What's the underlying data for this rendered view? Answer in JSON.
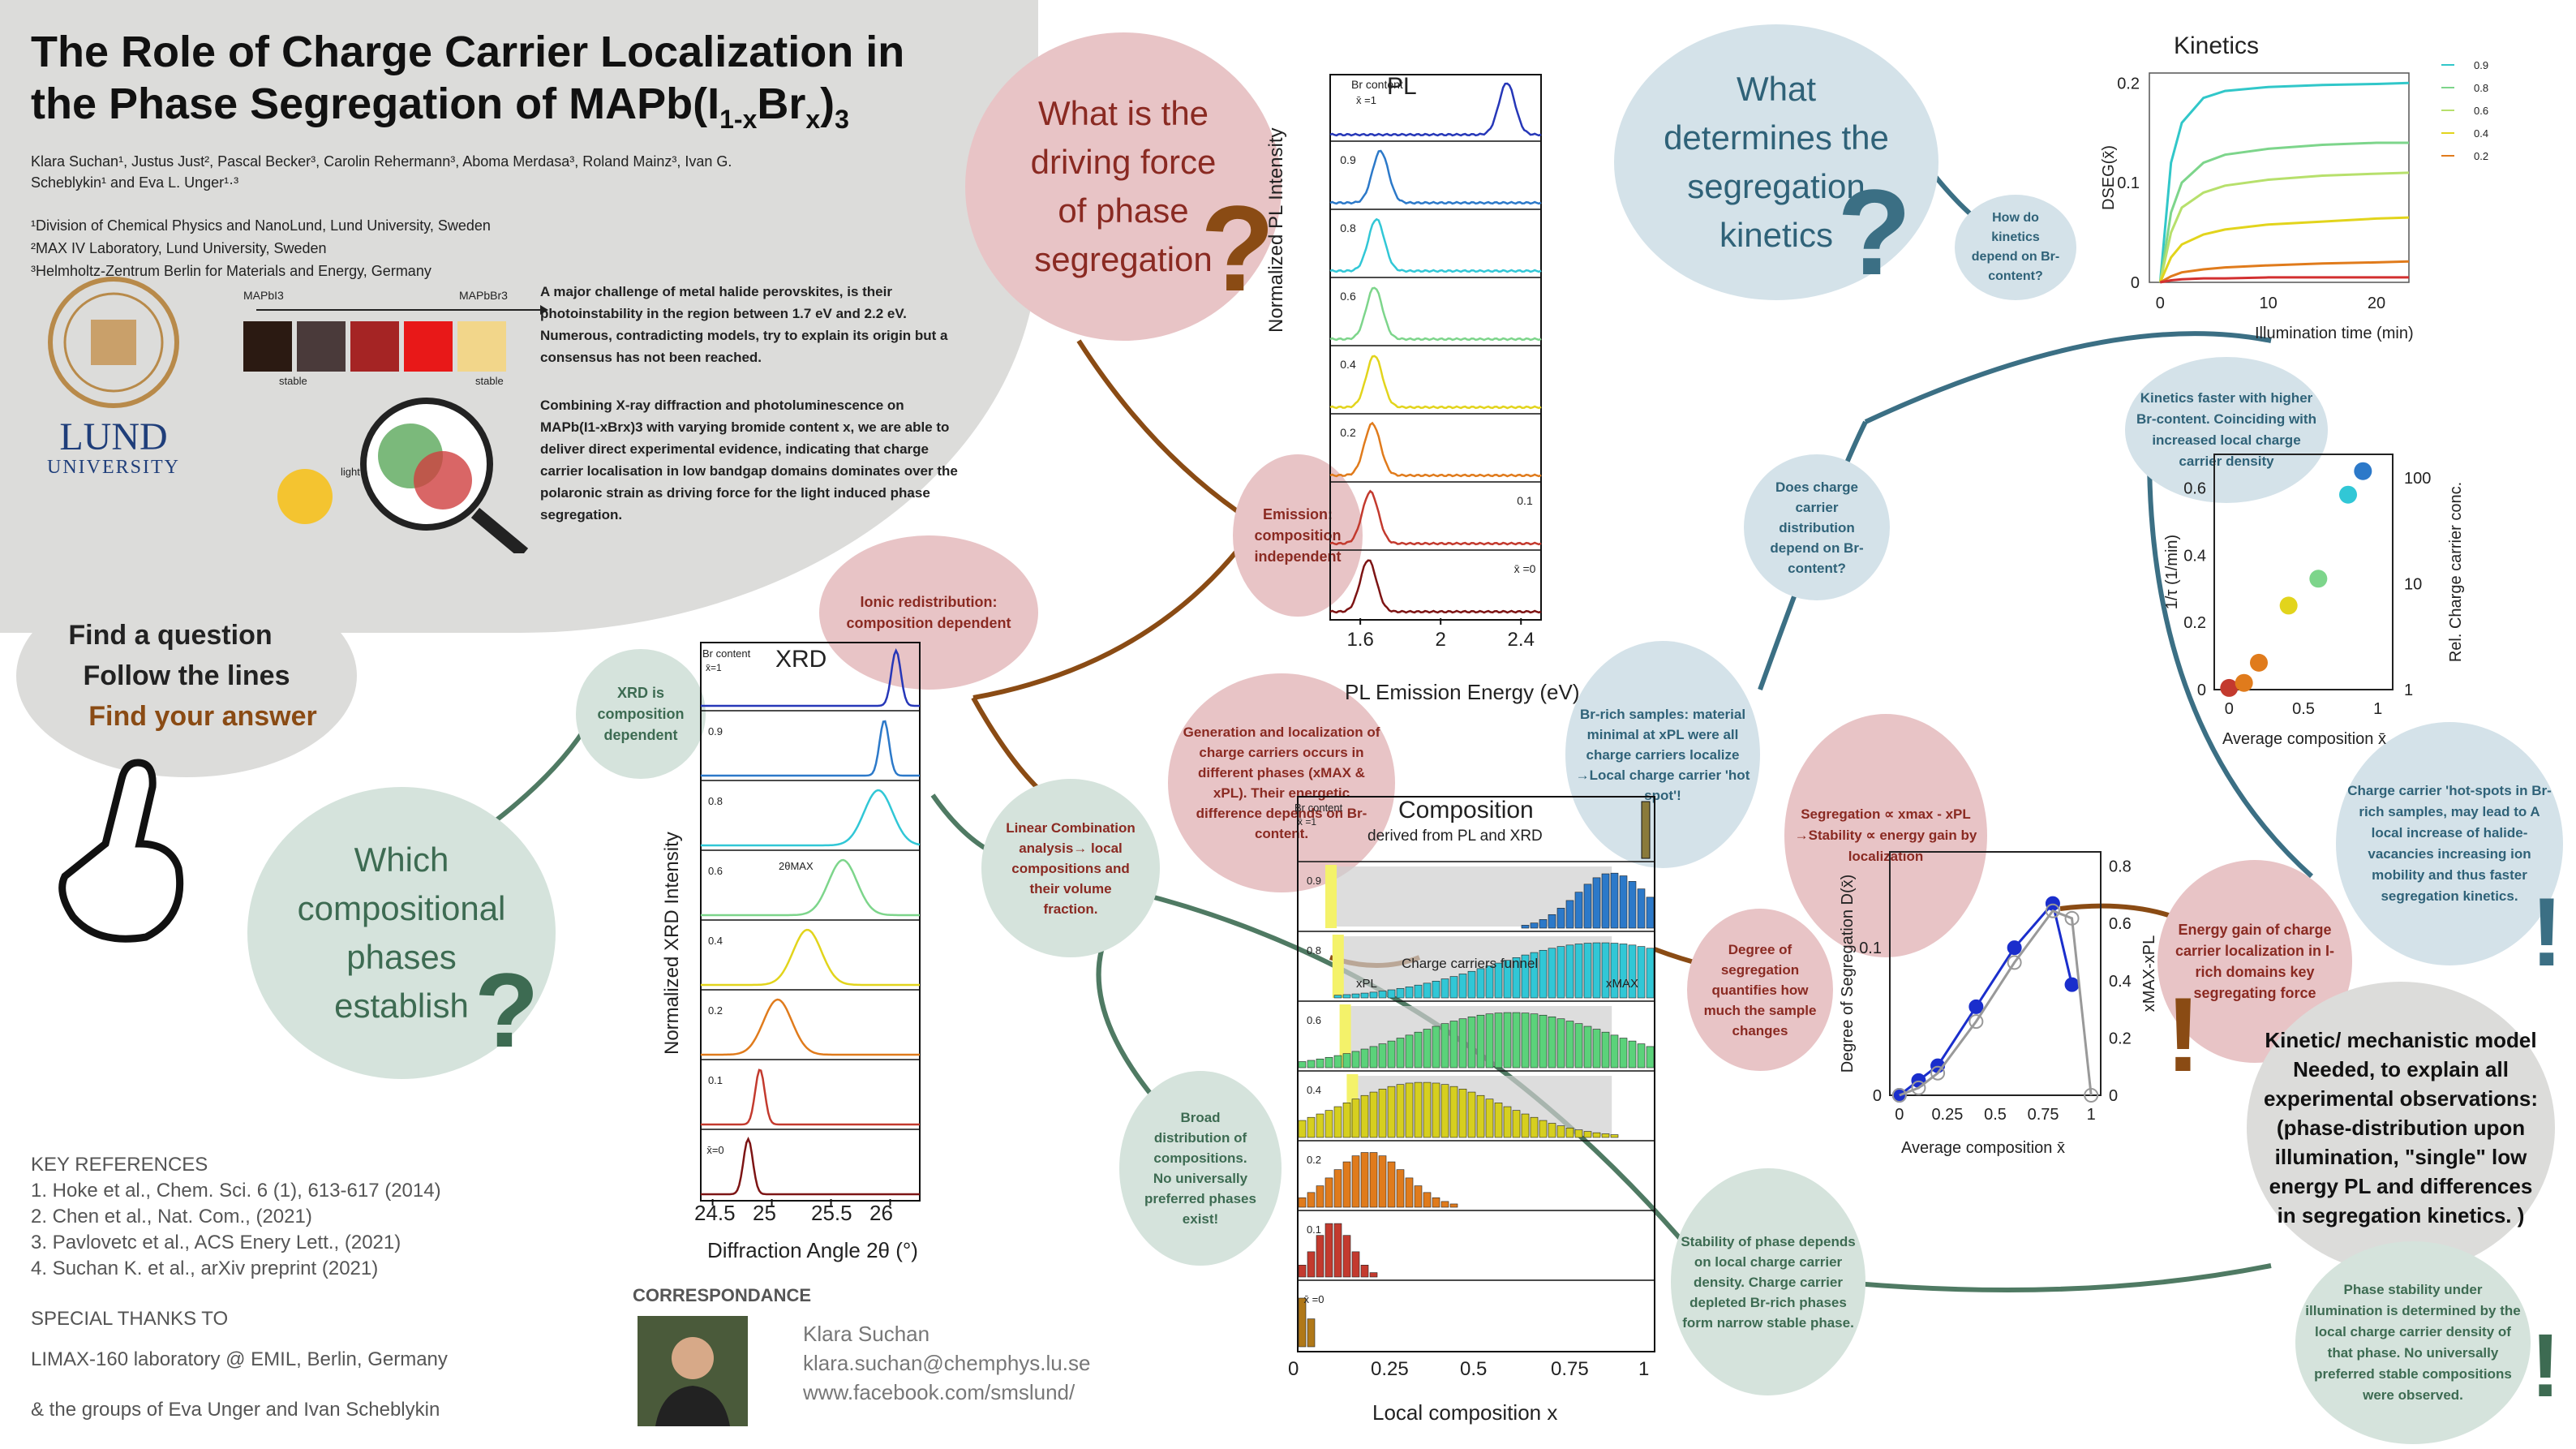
{
  "header": {
    "title_line1": "The Role of Charge Carrier Localization in",
    "title_line2_main": "the Phase Segregation of MAPb(I",
    "title_sub1": "1-x",
    "title_br": "Br",
    "title_sub2": "x",
    "title_close": ")",
    "title_sub3": "3",
    "authors": "Klara Suchan¹, Justus Just², Pascal Becker³, Carolin Rehermann³, Aboma Merdasa³, Roland Mainz³, Ivan G. Scheblykin¹ and Eva L. Unger¹·³",
    "affil1": "¹Division of Chemical Physics and NanoLund, Lund University, Sweden",
    "affil2": "²MAX IV Laboratory, Lund University, Sweden",
    "affil3": "³Helmholtz-Zentrum Berlin for Materials and Energy, Germany",
    "intro1": "A major challenge of metal halide perovskites, is their photoinstability in the region between 1.7 eV and 2.2 eV. Numerous, contradicting models, try to explain its origin but a consensus has not been reached.",
    "intro2": "Combining X-ray diffraction and photoluminescence on MAPb(I1-xBrx)3 with varying bromide content x, we are able to deliver direct experimental evidence, indicating that charge carrier localisation in low bandgap domains dominates over the polaronic strain as driving force for the light induced phase segregation.",
    "lund_word1": "LUND",
    "lund_word2": "UNIVERSITY",
    "mapbi3": "MAPbI3",
    "mapbbr3": "MAPbBr3",
    "stable": "stable",
    "light": "light"
  },
  "guide": {
    "line1": "Find a question",
    "line2": "Follow the lines",
    "line3": "Find your answer"
  },
  "questions": {
    "driving_force": "What is the driving force of phase segregation",
    "kinetics": "What determines the segregation kinetics",
    "phases": "Which compositional phases establish",
    "qmark": "?"
  },
  "bubbles": {
    "ionic": "Ionic redistribution: composition dependent",
    "emission": "Emission: composition independent",
    "xrd_comp": "XRD is composition dependent",
    "linear": "Linear Combination analysis→ local compositions and their volume fraction.",
    "generation": "Generation and localization of charge carriers occurs in different phases (xMAX & xPL). Their energetic difference depends on Br-content.",
    "broad": "Broad distribution of compositions. No universally preferred phases exist!",
    "br_rich": "Br-rich samples: material minimal at xPL were all charge carriers localize →Local charge carrier 'hot spot'!",
    "does_charge": "Does charge carrier distribution depend on Br-content?",
    "how_kin": "How do kinetics depend on Br-content?",
    "segregation": "Segregation ∝ xmax - xPL →Stability ∝ energy gain by localization",
    "degree": "Degree of segregation quantifies how much the sample changes",
    "energy_gain": "Energy gain of charge carrier localization in I-rich domains key segregating force",
    "stability": "Stability of phase depends on local charge carrier density. Charge carrier depleted Br-rich phases form narrow stable phase.",
    "hot_spots": "Charge carrier 'hot-spots in Br-rich samples, may lead to A local increase of halide-vacancies increasing ion mobility and thus faster segregation kinetics.",
    "model": "Kinetic/ mechanistic model Needed, to explain all experimental observations: (phase-distribution upon illumination, \"single\" low energy PL and differences in segregation kinetics. )",
    "phase_stab": "Phase stability under illumination is determined by the local charge carrier density of that phase. No universally preferred stable compositions were observed.",
    "kin_faster": "Kinetics faster with higher Br-content. Coinciding with increased local charge carrier density",
    "exclaim": "!"
  },
  "pl_panel": {
    "title": "PL",
    "br_content": "Br content",
    "x_first": "x̄ =1",
    "labels": [
      "0.9",
      "0.8",
      "0.6",
      "0.4",
      "0.2",
      "0.1",
      "x̄ =0"
    ],
    "ylabel": "Normalized PL Intensity",
    "xlabel": "PL Emission Energy (eV)",
    "ticks": [
      "1.6",
      "2",
      "2.4"
    ]
  },
  "xrd_panel": {
    "title": "XRD",
    "br_content": "Br content",
    "x_first": "x̄=1",
    "labels": [
      "0.9",
      "0.8",
      "0.6",
      "0.4",
      "0.2",
      "0.1",
      "x̄=0"
    ],
    "ylabel": "Normalized XRD Intensity",
    "xlabel": "Diffraction Angle 2θ  (°)",
    "ticks": [
      "24.5",
      "25",
      "25.5",
      "26"
    ],
    "two_theta": "2θMAX"
  },
  "comp_panel": {
    "title": "Composition",
    "subtitle": "derived from PL and XRD",
    "br_content": "Br content",
    "x_first": "x̄ =1",
    "labels": [
      "0.9",
      "0.8",
      "0.6",
      "0.4",
      "0.2",
      "0.1",
      "x̄ =0"
    ],
    "funnel": "Charge carriers funnel",
    "xpl": "xPL",
    "xmax": "xMAX",
    "xlabel": "Local composition x",
    "ticks": [
      "0",
      "0.25",
      "0.5",
      "0.75",
      "1"
    ]
  },
  "kinetics_panel": {
    "title": "Kinetics",
    "ylabel": "DSEG(x̄)",
    "xlabel": "Illumination time (min)",
    "yticks": [
      "0",
      "0.1",
      "0.2"
    ],
    "xticks": [
      "0",
      "10",
      "20"
    ],
    "legend": [
      "0.9",
      "0.8",
      "0.6",
      "0.4",
      "0.2"
    ]
  },
  "deg_panel": {
    "ylabel": "Degree of Segregation D(x̄)",
    "y2label": "xMAX-xPL",
    "xlabel": "Average composition x̄",
    "xticks": [
      "0",
      "0.25",
      "0.5",
      "0.75",
      "1"
    ],
    "yticks": [
      "0",
      "0.1"
    ],
    "y2ticks": [
      "0",
      "0.2",
      "0.4",
      "0.6",
      "0.8"
    ]
  },
  "rate_panel": {
    "ylabel": "1/τ (1/min)",
    "y2label": "Rel. Charge carrier conc.",
    "xlabel": "Average composition x̄",
    "xticks": [
      "0",
      "0.5",
      "1"
    ],
    "yticks": [
      "0",
      "0.2",
      "0.4",
      "0.6"
    ],
    "y2ticks": [
      "1",
      "10",
      "100"
    ]
  },
  "chart_data": [
    {
      "type": "line",
      "title": "Kinetics",
      "xlabel": "Illumination time (min)",
      "ylabel": "DSEG(x̄)",
      "xlim": [
        -1,
        23
      ],
      "ylim": [
        0,
        0.21
      ],
      "series": [
        {
          "name": "0.9",
          "color": "#31c7c9",
          "x": [
            0,
            1,
            2,
            4,
            6,
            10,
            15,
            20,
            23
          ],
          "y": [
            0,
            0.12,
            0.16,
            0.185,
            0.192,
            0.196,
            0.198,
            0.199,
            0.2
          ]
        },
        {
          "name": "0.8",
          "color": "#7dd58b",
          "x": [
            0,
            1,
            2,
            4,
            6,
            10,
            15,
            20,
            23
          ],
          "y": [
            0,
            0.07,
            0.1,
            0.12,
            0.128,
            0.134,
            0.138,
            0.14,
            0.14
          ]
        },
        {
          "name": "0.6",
          "color": "#b7e06c",
          "x": [
            0,
            1,
            2,
            4,
            6,
            10,
            15,
            20,
            23
          ],
          "y": [
            0,
            0.05,
            0.075,
            0.09,
            0.097,
            0.103,
            0.107,
            0.109,
            0.11
          ]
        },
        {
          "name": "0.4",
          "color": "#e2d41c",
          "x": [
            0,
            1,
            2,
            4,
            6,
            10,
            15,
            20,
            23
          ],
          "y": [
            0,
            0.025,
            0.038,
            0.048,
            0.053,
            0.058,
            0.061,
            0.064,
            0.065
          ]
        },
        {
          "name": "0.2",
          "color": "#e07b1c",
          "x": [
            0,
            1,
            2,
            4,
            6,
            10,
            15,
            20,
            23
          ],
          "y": [
            0,
            0.006,
            0.01,
            0.013,
            0.015,
            0.017,
            0.019,
            0.02,
            0.021
          ]
        },
        {
          "name": "",
          "color": "#d23030",
          "x": [
            0,
            1,
            2,
            4,
            6,
            10,
            15,
            20,
            23
          ],
          "y": [
            0,
            0.002,
            0.003,
            0.004,
            0.004,
            0.005,
            0.005,
            0.005,
            0.005
          ]
        }
      ]
    },
    {
      "type": "line",
      "xlabel": "Average composition x̄",
      "ylabel": "Degree of Segregation D(x̄)",
      "xlim": [
        -0.05,
        1.05
      ],
      "ylim": [
        0,
        0.165
      ],
      "series": [
        {
          "name": "",
          "color": "#1a2ecc",
          "x": [
            0,
            0.1,
            0.2,
            0.4,
            0.6,
            0.8,
            0.9
          ],
          "y": [
            0,
            0.01,
            0.02,
            0.06,
            0.1,
            0.13,
            0.075
          ]
        },
        {
          "name": "",
          "color": "#999999",
          "x": [
            0,
            0.1,
            0.2,
            0.4,
            0.6,
            0.8,
            0.9,
            1.0
          ],
          "y": [
            0,
            0.005,
            0.015,
            0.05,
            0.09,
            0.125,
            0.12,
            0.0
          ]
        }
      ]
    },
    {
      "type": "scatter",
      "xlabel": "Average composition x̄",
      "ylabel": "1/τ (1/min)",
      "xlim": [
        -0.1,
        1.1
      ],
      "ylim": [
        0,
        0.7
      ],
      "series": [
        {
          "name": "",
          "x": [
            0,
            0.1,
            0.2,
            0.4,
            0.6,
            0.8,
            0.9
          ],
          "y": [
            0.005,
            0.02,
            0.08,
            0.25,
            0.33,
            0.58,
            0.65
          ]
        }
      ]
    }
  ],
  "references": {
    "heading": "KEY REFERENCES",
    "items": [
      "1.  Hoke et al., Chem. Sci. 6 (1), 613-617 (2014)",
      "2.  Chen et al., Nat. Com., (2021)",
      "3.  Pavlovetc et al., ACS Enery Lett., (2021)",
      "4.  Suchan K. et al., arXiv preprint (2021)"
    ],
    "thanks_heading": "SPECIAL THANKS TO",
    "thanks1": "LIMAX-160 laboratory @ EMIL, Berlin, Germany",
    "thanks2": "& the groups of Eva Unger and Ivan Scheblykin"
  },
  "correspondence": {
    "heading": "CORRESPONDANCE",
    "name": "Klara Suchan",
    "email": "klara.suchan@chemphys.lu.se",
    "web": "www.facebook.com/smslund/"
  },
  "colors": {
    "pink": "#e8c4c6",
    "green": "#d5e3dc",
    "blue": "#d4e2e9",
    "grey": "#dcdcda",
    "brown": "#8a4b14",
    "teal": "#2f6278"
  }
}
